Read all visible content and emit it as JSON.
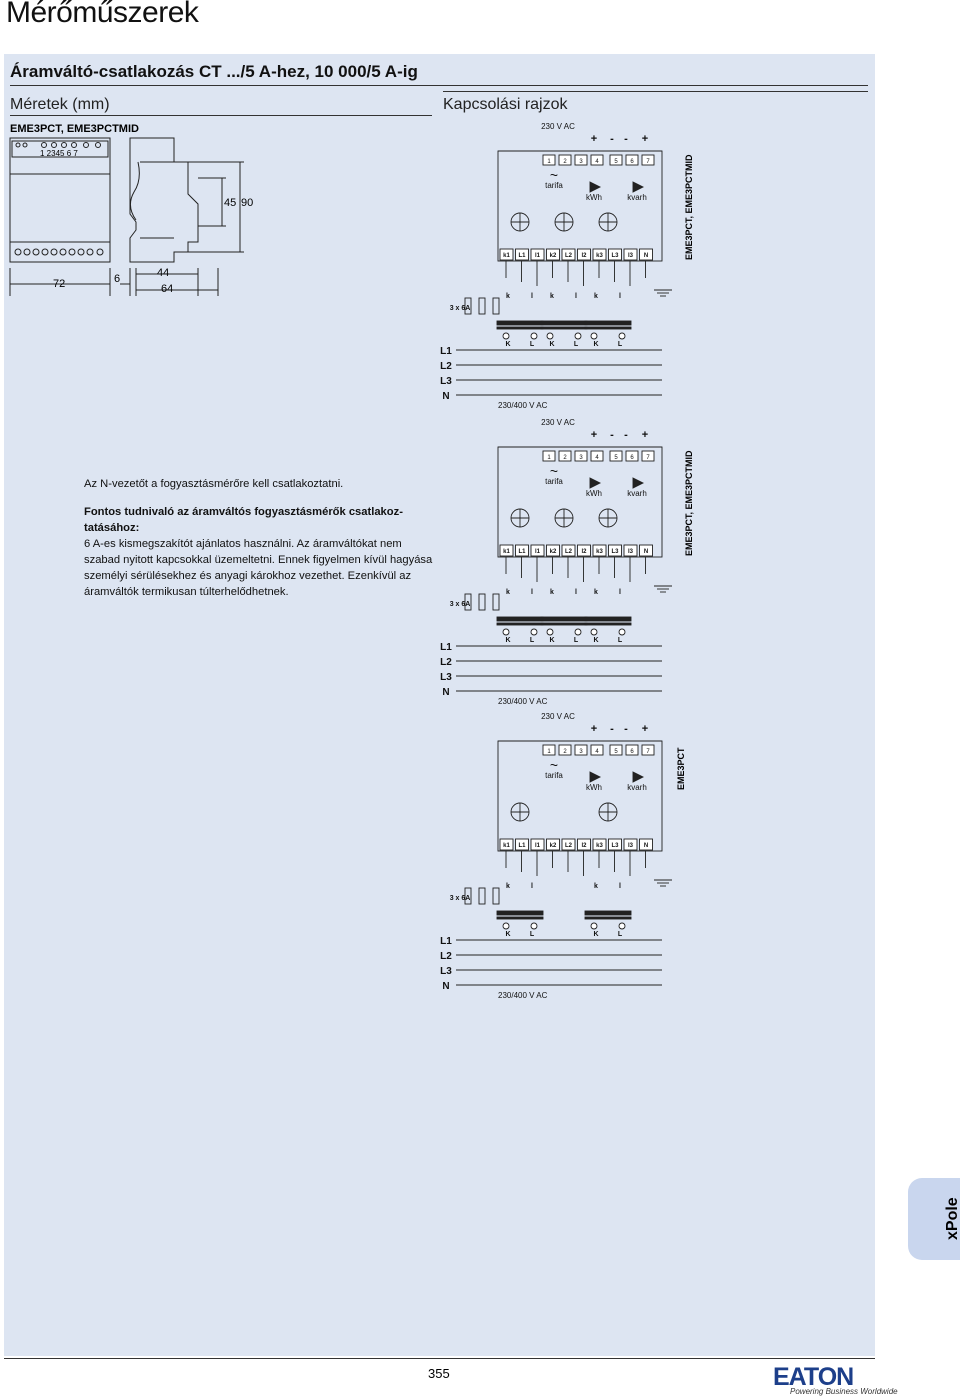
{
  "header": {
    "title": "Mérőműszerek"
  },
  "section": {
    "heading": "Áramváltó-csatlakozás CT .../5 A-hez, 10 000/5 A-ig"
  },
  "dimensions": {
    "heading": "Méretek (mm)",
    "models": "EME3PCT, EME3PCTMID",
    "terminal_numbers": "1  2345      6  7",
    "dim_45": "45",
    "dim_90": "90",
    "dim_72": "72",
    "dim_6": "6",
    "dim_44": "44",
    "dim_64": "64"
  },
  "wiring": {
    "heading": "Kapcsolási rajzok",
    "supply_230": "230 V AC",
    "supply_400": "230/400 V AC",
    "tarifa": "tarifa",
    "kwh": "kWh",
    "kvarh": "kvarh",
    "fuse": "3 x 6A",
    "top_terminals": [
      "1",
      "2",
      "3",
      "4",
      "5",
      "6",
      "7"
    ],
    "bottom_terminals": [
      "k1",
      "L1",
      "l1",
      "k2",
      "L2",
      "l2",
      "k3",
      "L3",
      "l3",
      "N"
    ],
    "lines": [
      "L1",
      "L2",
      "L3",
      "N"
    ],
    "ct_upper": [
      "k",
      "l"
    ],
    "ct_lower": [
      "K",
      "L"
    ],
    "polarity": [
      "+",
      "-",
      "-",
      "+"
    ],
    "diagram1_model": "EME3PCT, EME3PCTMID",
    "diagram2_model": "EME3PCT, EME3PCTMID",
    "diagram3_model": "EME3PCT"
  },
  "note": {
    "line1": "Az N-vezetőt a fogyasztásmérőre kell csatlakoztatni.",
    "bold": "Fontos tudnivaló az áramváltós fogyasztásmérők csatlakoz- tatásához:",
    "body": "6 A-es kismegszakítót ajánlatos használni. Az áramváltókat nem szabad nyitott kapcsokkal üzemeltetni. Ennek figyelmen kívül hagyása személyi sérülésekhez és anyagi károkhoz vezethet. Ezenkívül az áramváltók termikusan túlterhelődhetnek."
  },
  "side_tab": {
    "label": "xPole"
  },
  "footer": {
    "page_number": "355",
    "brand": "EATON",
    "tagline": "Powering Business Worldwide"
  },
  "colors": {
    "panel": "#dde5f2",
    "tab": "#c9d6ee"
  }
}
